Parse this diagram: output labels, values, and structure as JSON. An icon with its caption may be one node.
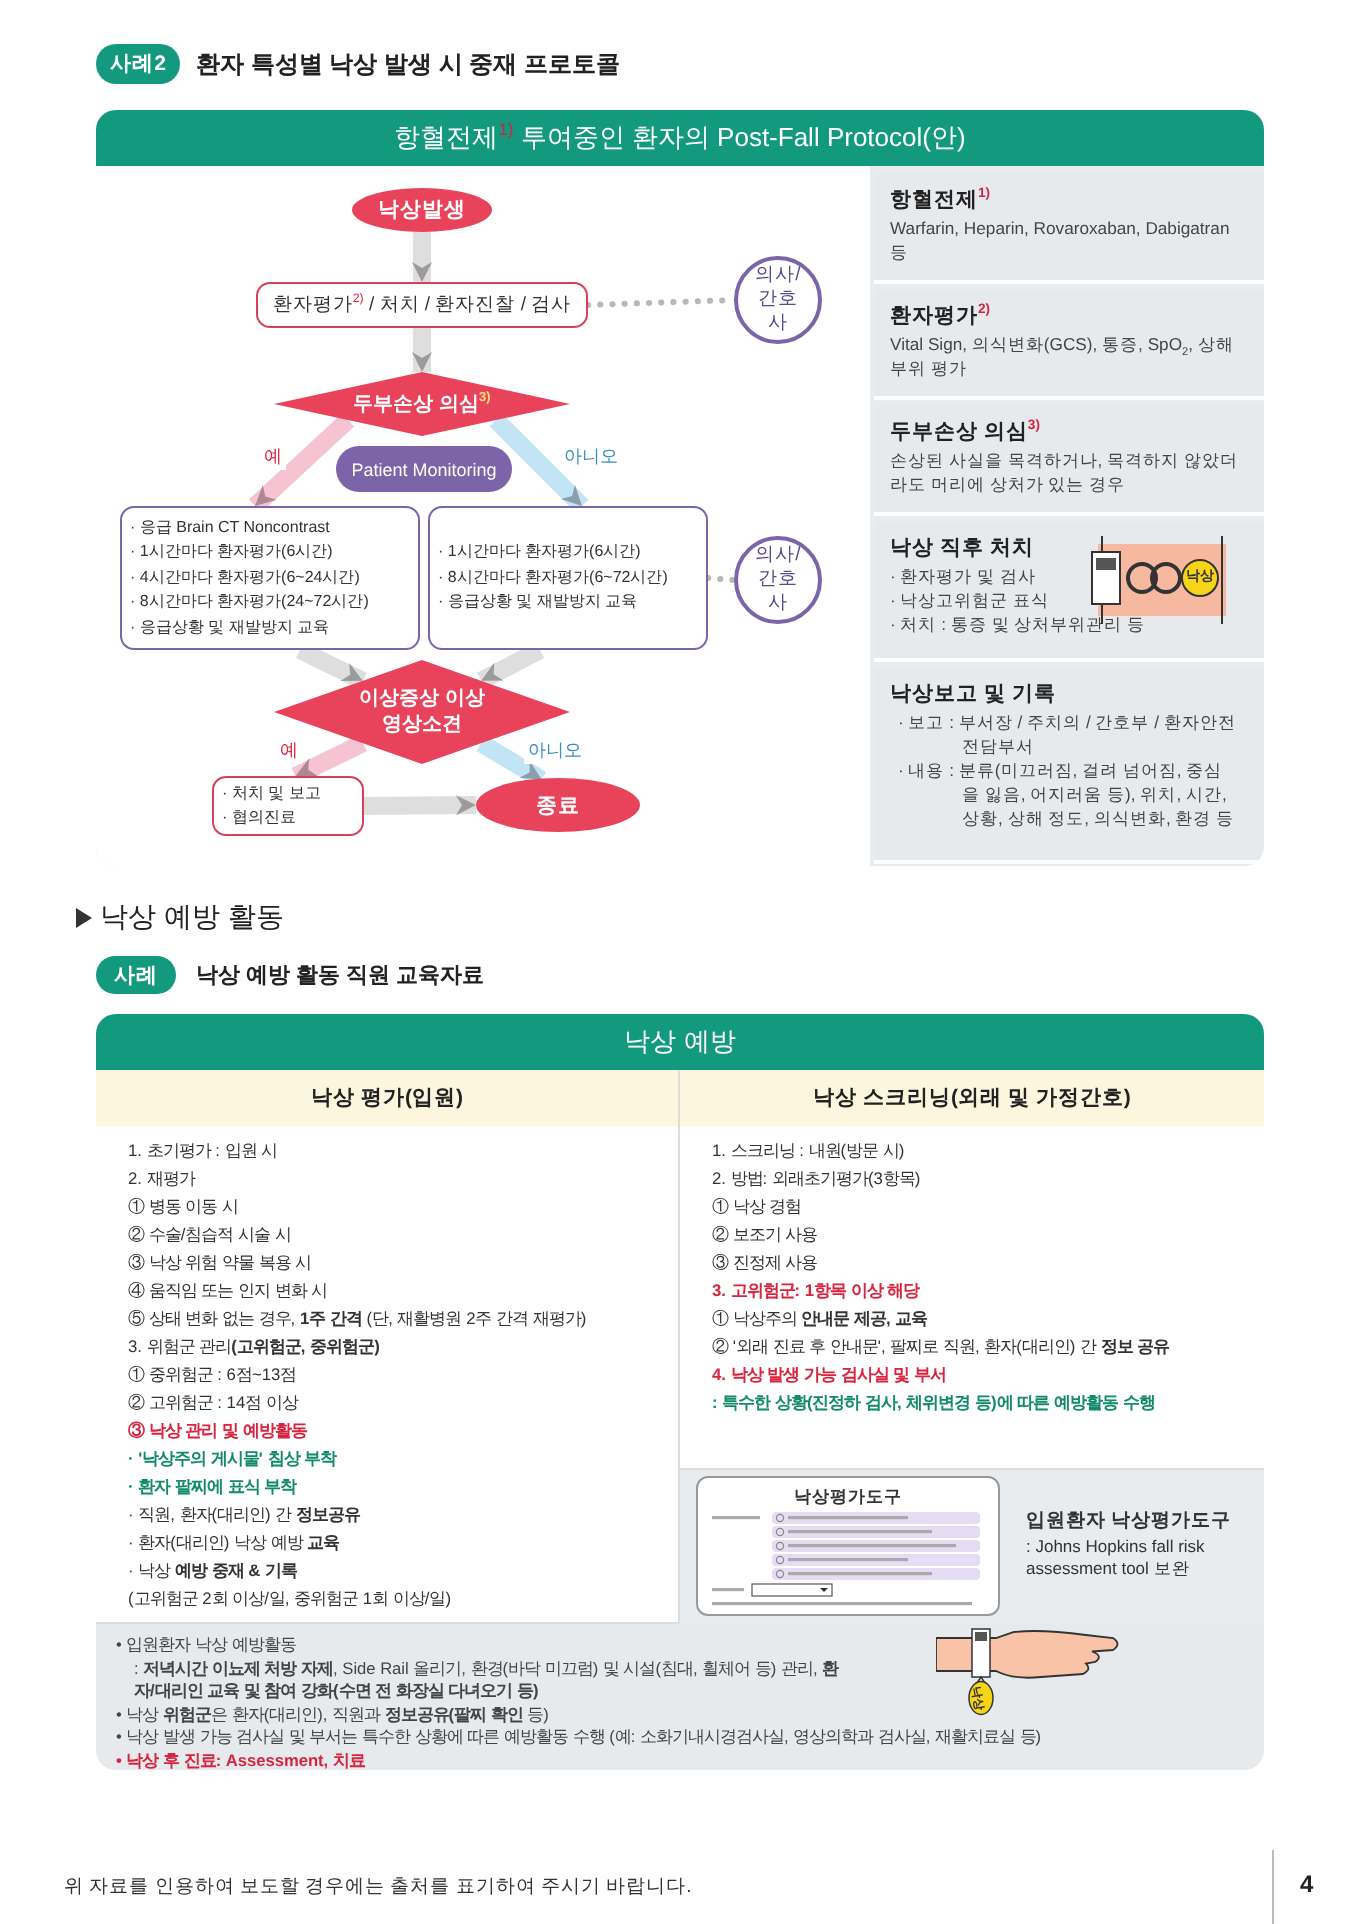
{
  "diagram": {
    "nodes": [
      {
        "text": [
          "항혈전제$^{1)}$ 투여중인 환자의 Post-Fall Protocol(안)"
        ]
      },
      {
        "text": [
          "낙상발생"
        ],
        "in": 0
      },
      {
        "text": [
          "환자평가$^{2)}$ / 처치 / 환자진찰 / 검사"
        ],
        "in": 0
      },
      {
        "text": [
          "의사/간호사"
        ],
        "in": 0
      },
      {
        "text": [
          "두부손상 의심$^{3)}$"
        ],
        "in": 0
      },
      {
        "text": [
          "Patient Monitoring"
        ],
        "in": 0
      },
      {
        "text": [
          "· 응급 Brain CT Noncontrast",
          "· 1시간마다 환자평가(6시간)",
          "· 4시간마다 환자평가(6~24시간)",
          "· 8시간마다 환자평가(24~72시간)",
          "· 응급상황 및 재발방지 교육"
        ],
        "in": 0
      },
      {
        "text": [
          "· 1시간마다 환자평가(6시간)",
          "· 8시간마다 환자평가(6~72시간)",
          "· 응급상황 및 재발방지 교육"
        ],
        "in": 0
      },
      {
        "text": [
          "의사/간호사"
        ],
        "in": 0
      },
      {
        "text": [
          "이상증상 이상 영상소견"
        ],
        "in": 0
      },
      {
        "text": [
          "· 처치 및 보고",
          "· 협의진료"
        ],
        "in": 0
      },
      {
        "text": [
          "종료"
        ],
        "in": 0
      },
      {
        "text": [
          "항혈전제$^{1)}$",
          "Warfarin, Heparin, Rovaroxaban, Dabigatran 등"
        ],
        "in": 0
      },
      {
        "text": [
          "환자평가$^{2)}$",
          "Vital Sign, 의식변화(GCS), 통증, SpO$_{2}$, 상해부위 평가"
        ],
        "in": 0
      },
      {
        "text": [
          "두부손상 의심$^{3)}$",
          "손상된 사실을 목격하거나, 목격하지 않았더라도 머리에 상처가 있는 경우"
        ],
        "in": 0
      },
      {
        "text": [
          "낙상 직후 처치",
          "· 환자평가 및 검사",
          "· 낙상고위험군 표식",
          "· 처치 : 통증 및 상처부위관리 등"
        ],
        "in": 0
      },
      {
        "text": [
          "낙상보고 및 기록",
          "· 보고 : 부서장 / 주치의 / 간호부 / 환자안전 전담부서",
          "· 내용 : 분류(미끄러짐, 걸려 넘어짐, 중심을 잃음, 어지러움 등), 위치, 시간, 상황, 상해 정도, 의식변화, 환경 등"
        ],
        "in": 0
      },
      {
        "text": [
          "낙상 예방"
        ]
      },
      {
        "text": [
          "낙상 평가(입원)",
          "1. 초기평가 : 입원 시",
          "2. 재평가",
          "① 병동 이동 시",
          "② 수술/침습적 시술 시",
          "③ 낙상 위험 약물 복용 시",
          "④ 움직임 또는 인지 변화 시",
          "⑤ 상태 변화 없는 경우, **1주 간격** (단, 재활병원 2주 간격 재평가)",
          "3. 위험군 관리**(고위험군, 중위험군)**",
          "① 중위험군 : 6점~13점",
          "② 고위험군 : 14점 이상",
          "③ 낙상 관리 및 예방활동",
          "· '낙상주의 게시물' 침상 부착",
          "· 환자 팔찌에 표식 부착",
          "· 직원, 환자(대리인) 간 **정보공유**",
          "· 환자(대리인) 낙상 예방 **교육**",
          "· 낙상 **예방 중재 & 기록**",
          "(고위험군 2회 이상/일, 중위험군 1회 이상/일)"
        ],
        "in": 17
      },
      {
        "text": [
          "낙상 스크리닝(외래 및 가정간호)",
          "1. 스크리닝 : 내원(방문 시)",
          "2. 방법: 외래초기평가(3항목)",
          "① 낙상 경험",
          "② 보조기 사용",
          "③ 진정제 사용",
          "3. 고위험군: 1항목 이상 해당",
          "① 낙상주의 **안내문 제공, 교육**",
          "② '외래 진료 후 안내문', 팔찌로 직원, 환자(대리인) 간 **정보 공유**",
          "4. 낙상 발생 가능 검사실 및 부서",
          ": 특수한 상황(진정하 검사, 체위변경 등)에 따른 예방활동 수행"
        ],
        "in": 17
      },
      {
        "text": [
          "낙상평가도구"
        ],
        "beside": [
          "입원환자 낙상평가도구",
          ": Johns Hopkins fall risk assessment tool 보완"
        ],
        "in": 17
      },
      {
        "text": [
          "• 입원환자 낙상 예방활동",
          ": **저녁시간 이뇨제 처방 자제**, Side Rail 올리기, 환경(바닥 미끄럼) 및 시설(침대, 휠체어 등) 관리, **환자/대리인 교육 및 참여 강화(수면 전 화장실 다녀오기 등)**",
          "• 낙상 **위험군**은 환자(대리인), 직원과 **정보공유(팔찌 확인** 등)",
          "• 낙상 발생 가능 검사실 및 부서는 특수한 상황에 따른 예방활동 수행 (예: 소화기내시경검사실, 영상의학과 검사실, 재활치료실 등)",
          "• 낙상 후 진료: Assessment, 치료"
        ],
        "in": 17
      }
    ],
    "edges": [
      {
        "from": 1,
        "to": 2,
        "arrow": "to"
      },
      {
        "from": 2,
        "to": 3,
        "arrow": "none",
        "style": "dashed"
      },
      {
        "from": 2,
        "to": 4,
        "arrow": "to"
      },
      {
        "from": 4,
        "to": 6,
        "arrow": "to",
        "label": "예",
        "color": "#f6c3d3"
      },
      {
        "from": 4,
        "to": 7,
        "arrow": "to",
        "label": "아니오",
        "color": "#c3e4f5"
      },
      {
        "from": 7,
        "to": 8,
        "arrow": "none",
        "style": "dashed"
      },
      {
        "from": 6,
        "to": 9,
        "arrow": "to"
      },
      {
        "from": 7,
        "to": 9,
        "arrow": "to"
      },
      {
        "from": 9,
        "to": 10,
        "arrow": "to",
        "label": "예",
        "color": "#f6c3d3"
      },
      {
        "from": 9,
        "to": 11,
        "arrow": "to",
        "label": "아니오",
        "color": "#c3e4f5"
      },
      {
        "from": 10,
        "to": 11,
        "arrow": "to"
      }
    ],
    "labels": [
      "사례2",
      "환자 특성별 낙상 발생 시 중재 프로토콜",
      "낙상",
      "낙상 예방 활동",
      "사례",
      "낙상 예방 활동 직원 교육자료",
      "낙상",
      "위 자료를 인용하여 보도할 경우에는 출처를 표기하여 주시기 바랍니다.",
      "4"
    ]
  }
}
